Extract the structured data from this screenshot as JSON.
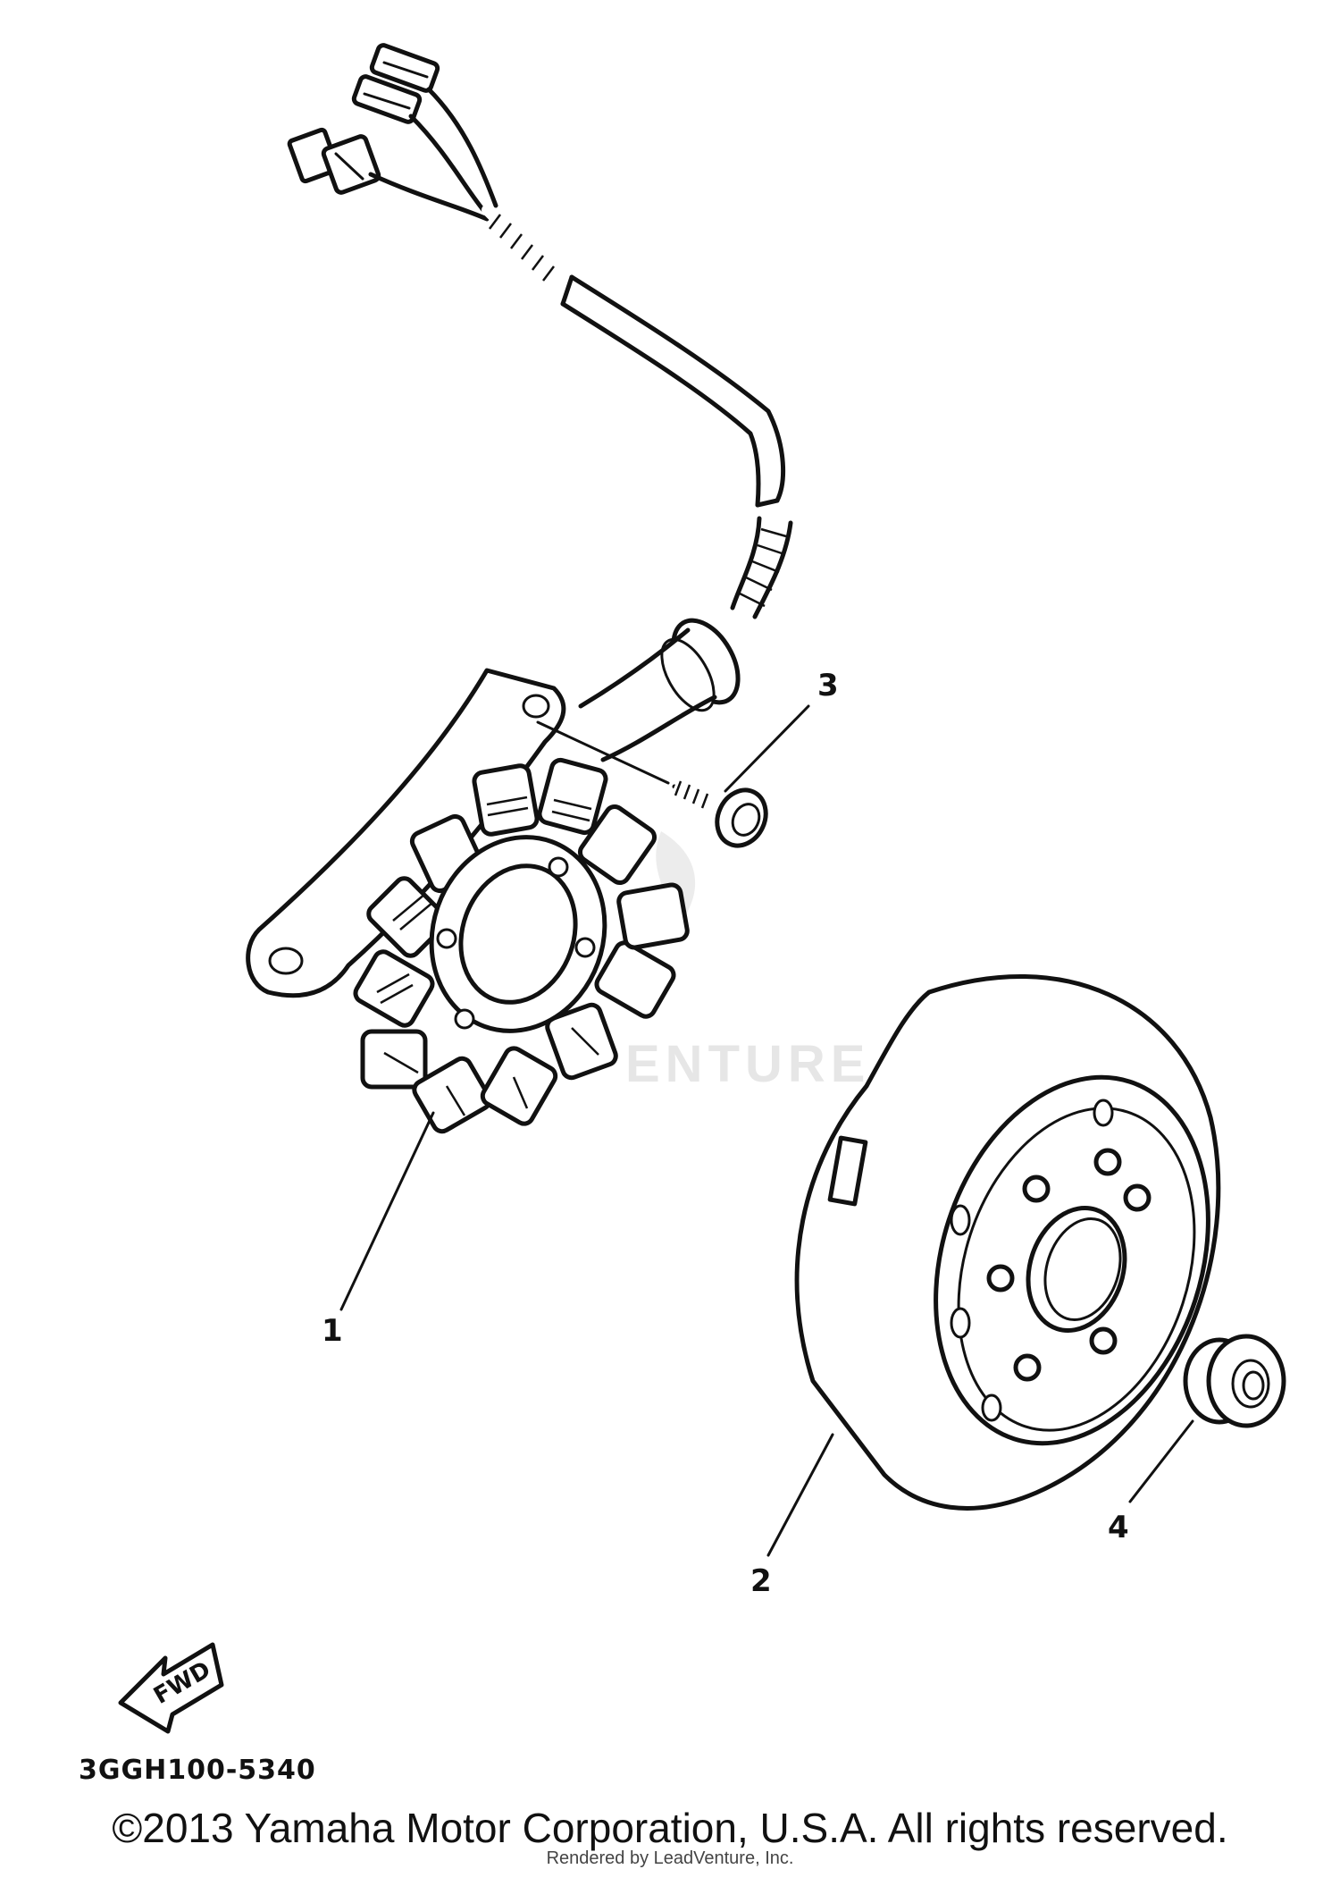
{
  "diagram": {
    "callouts": [
      {
        "id": "1",
        "label": "1"
      },
      {
        "id": "2",
        "label": "2"
      },
      {
        "id": "3",
        "label": "3"
      },
      {
        "id": "4",
        "label": "4"
      }
    ],
    "fwd_arrow_label": "FWD",
    "diagram_code": "3GGH100-5340",
    "watermark_text": "ENTURE"
  },
  "footer": {
    "copyright": "©2013 Yamaha Motor Corporation, U.S.A. All rights reserved.",
    "rendered_by": "Rendered by LeadVenture, Inc."
  }
}
